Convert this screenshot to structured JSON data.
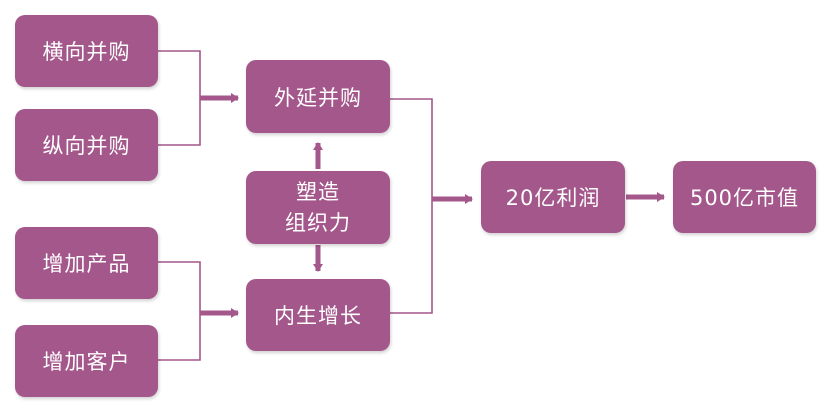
{
  "left_inputs": [
    {
      "label": "横向并购"
    },
    {
      "label": "纵向并购"
    },
    {
      "label": "增加产品"
    },
    {
      "label": "增加客户"
    }
  ],
  "middle": {
    "top": {
      "label": "外延并购"
    },
    "center": {
      "line1": "塑造",
      "line2": "组织力"
    },
    "bottom": {
      "label": "内生增长"
    }
  },
  "outcomes": [
    {
      "label": "20亿利润"
    },
    {
      "label": "500亿市值"
    }
  ],
  "colors": {
    "box": "#a4578b",
    "line": "#a4578b",
    "text": "#ffffff"
  }
}
